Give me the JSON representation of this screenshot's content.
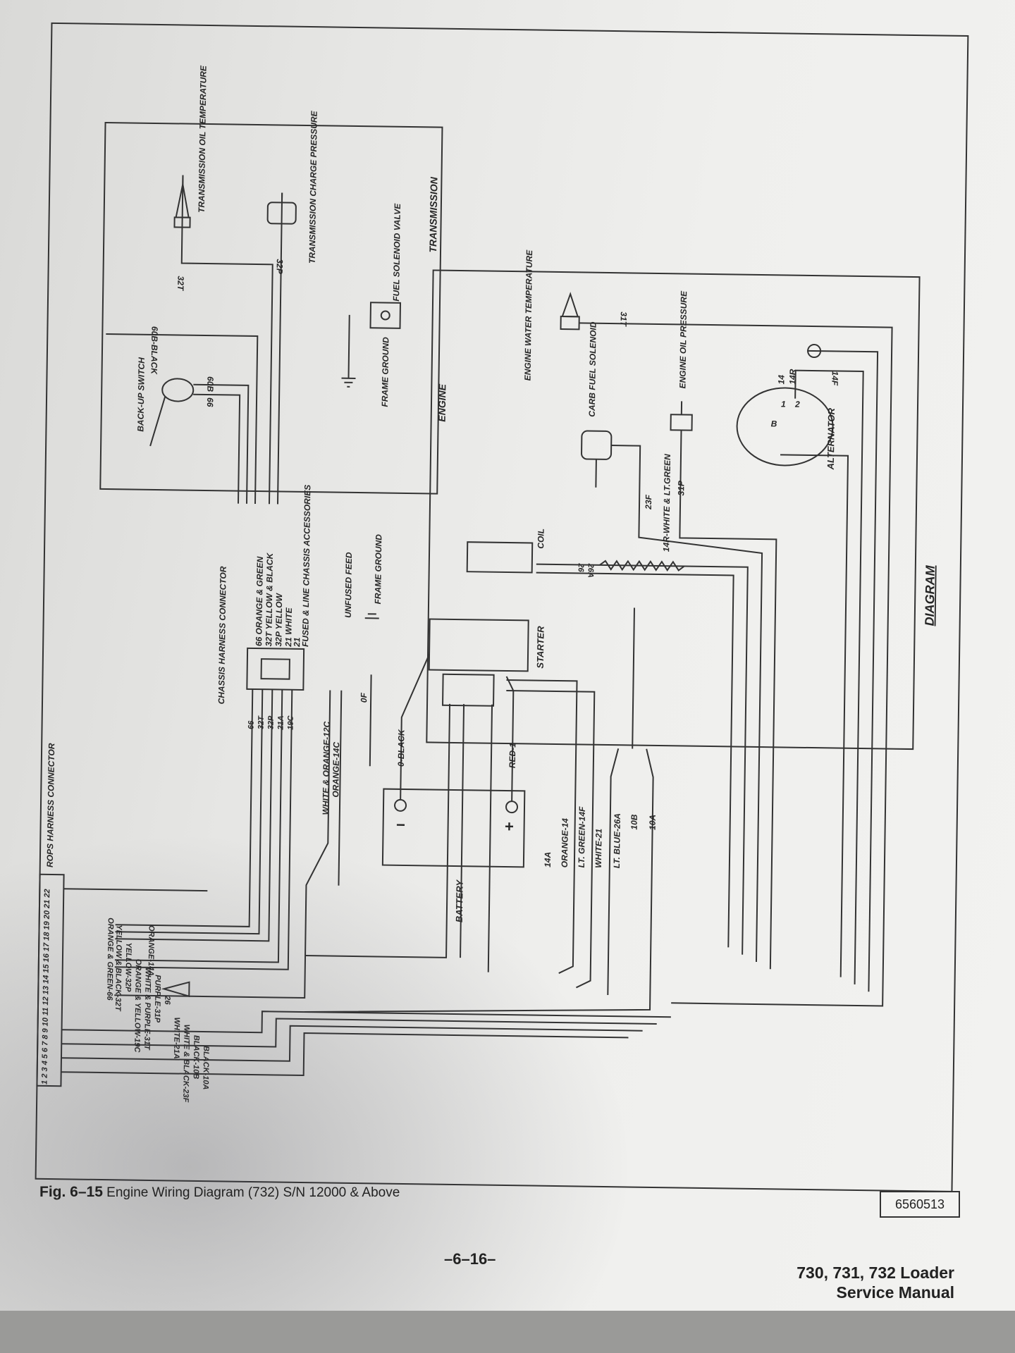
{
  "caption": {
    "figure": "Fig. 6–15",
    "text": "Engine Wiring Diagram (732) S/N 12000 & Above"
  },
  "drawing_number": "6560513",
  "page_number": "–6–16–",
  "manual": {
    "line1": "730, 731, 732 Loader",
    "line2": "Service Manual"
  },
  "regions": {
    "transmission": "TRANSMISSION",
    "engine": "ENGINE",
    "diagram_word": "DIAGRAM"
  },
  "components": {
    "trans_oil_temp": "TRANSMISSION OIL TEMPERATURE",
    "trans_charge_pressure": "TRANSMISSION CHARGE PRESSURE",
    "fuel_solenoid_valve": "FUEL SOLENOID VALVE",
    "frame_ground": "FRAME GROUND",
    "back_up_switch": "BACK-UP SWITCH",
    "engine_water_temp": "ENGINE WATER TEMPERATURE",
    "carb_fuel_solenoid": "CARB FUEL SOLENOID",
    "engine_oil_pressure": "ENGINE OIL PRESSURE",
    "alternator": "ALTERNATOR",
    "coil": "COIL",
    "starter": "STARTER",
    "battery": "BATTERY",
    "chassis_harness": "CHASSIS HARNESS CONNECTOR",
    "rops_harness": "ROPS HARNESS CONNECTOR",
    "unfused_feed": "UNFUSED FEED",
    "fused_line": "FUSED & LINE CHASSIS ACCESSORIES"
  },
  "wire_labels": {
    "w32T": "32T",
    "w32P": "32P",
    "w60B_black": "60B-BLACK",
    "w60B": "60B",
    "w66": "66",
    "w31T": "31T",
    "w14": "14",
    "w14R": "14R",
    "w14F": "14F",
    "wB": "B",
    "w1": "1",
    "w2": "2",
    "w23F": "23F",
    "w14R_white_green": "14R-WHITE & LT.GREEN",
    "w31P": "31P",
    "w26": "26",
    "w26A": "26A",
    "w0_black": "0-BLACK",
    "w0F": "0F",
    "wred1": "RED-1",
    "w14A": "14A",
    "worange14": "ORANGE-14",
    "wltgreen14F": "LT. GREEN-14F",
    "wwhite21": "WHITE-21",
    "wltblue26A": "LT. BLUE-26A",
    "w10B": "10B",
    "w10A": "10A",
    "white_orange_12c": "WHITE & ORANGE-12C",
    "orange_14c": "ORANGE-14C",
    "minus": "−",
    "plus": "+"
  },
  "chassis_pins": [
    "66",
    "32T",
    "32P",
    "21A",
    "19C"
  ],
  "chassis_wires": [
    "66 ORANGE & GREEN",
    "32T YELLOW & BLACK",
    "32P YELLOW",
    "21 WHITE",
    "21"
  ],
  "rops_pins": "1 2 3 4 5 6 7 8 9 10 11 12 13 14 15 16 17 18 19 20 21 22",
  "rops_wires": [
    "ORANGE-14A",
    "ORANGE & GREEN-66",
    "YELLOW & BLACK-32T",
    "YELLOW-32P",
    "ORANGE & YELLOW-19C",
    "WHITE & PURPLE-31T",
    "PURPLE-31P",
    "26",
    "WHITE-21A",
    "WHITE & BLACK-23F",
    "BLACK-10B",
    "BLACK-10A"
  ]
}
